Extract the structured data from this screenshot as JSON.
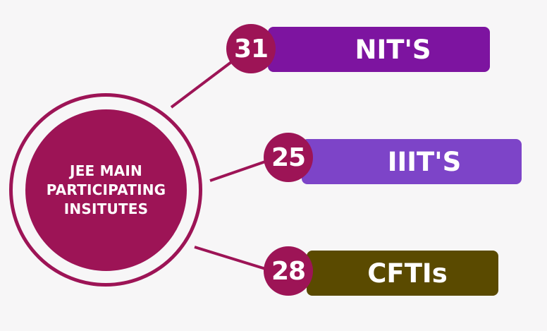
{
  "hub": {
    "lines": [
      "JEE MAIN",
      "PARTICIPATING",
      "INSITUTES"
    ]
  },
  "categories": [
    {
      "count": "31",
      "label": "NIT'S"
    },
    {
      "count": "25",
      "label": "IIIT'S"
    },
    {
      "count": "28",
      "label": "CFTIs"
    }
  ],
  "colors": {
    "accent": "#9d1456",
    "nits_bar": "#7d14a0",
    "iiits_bar": "#7d44c8",
    "cftis_bar": "#5a4a00",
    "background": "#f7f6f7"
  }
}
